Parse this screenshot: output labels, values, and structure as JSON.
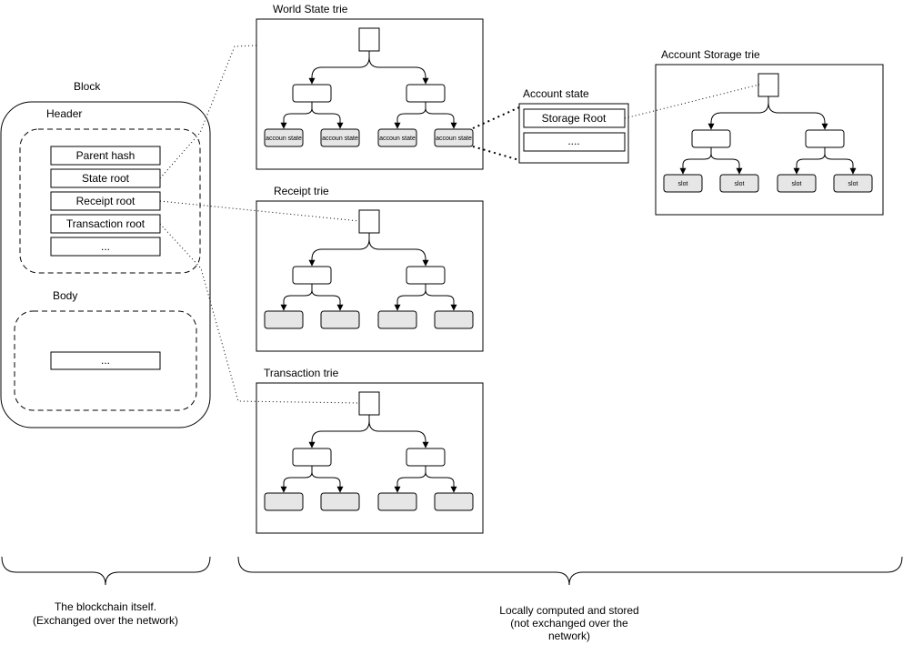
{
  "block": {
    "title": "Block",
    "header_label": "Header",
    "header_fields": [
      "Parent hash",
      "State root",
      "Receipt root",
      "Transaction root",
      "..."
    ],
    "body_label": "Body",
    "body_fields": [
      "..."
    ]
  },
  "tries": {
    "world_state": {
      "title": "World State trie",
      "leaf_labels": [
        "accoun state",
        "accoun state",
        "accoun state",
        "accoun state"
      ]
    },
    "receipt": {
      "title": "Receipt trie",
      "leaf_labels": [
        "",
        "",
        "",
        ""
      ]
    },
    "transaction": {
      "title": "Transaction trie",
      "leaf_labels": [
        "",
        "",
        "",
        ""
      ]
    },
    "account_storage": {
      "title": "Account Storage trie",
      "leaf_labels": [
        "slot",
        "slot",
        "slot",
        "slot"
      ]
    }
  },
  "account_state": {
    "title": "Account state",
    "fields": [
      "Storage Root",
      "...."
    ]
  },
  "captions": {
    "left": [
      "The blockchain itself.",
      "(Exchanged over the network)"
    ],
    "right": [
      "Locally computed and stored",
      "(not exchanged over the",
      "network)"
    ]
  },
  "colors": {
    "stroke": "#000000",
    "leaf_fill": "#e6e6e6",
    "background": "#ffffff"
  }
}
